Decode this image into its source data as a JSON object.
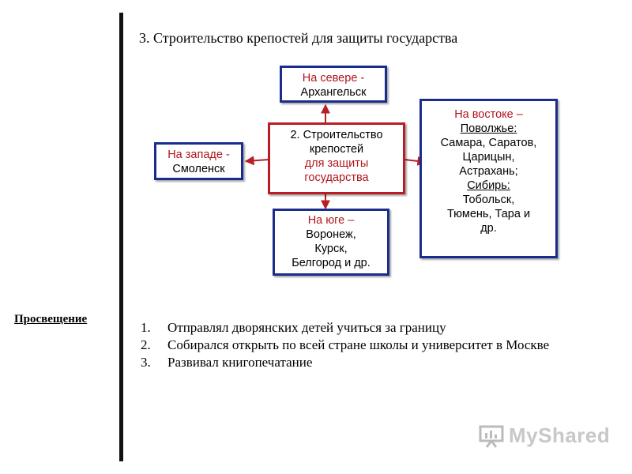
{
  "heading": "3. Строительство крепостей для защиты государства",
  "side_label": "Просвещение",
  "diagram": {
    "center": [
      "2. Строительство",
      "крепостей",
      "для защиты",
      "государства"
    ],
    "north": {
      "title": "На севере -",
      "body": [
        "Архангельск"
      ]
    },
    "west": {
      "title": "На западе -",
      "body": [
        "Смоленск"
      ]
    },
    "south": {
      "title": "На юге –",
      "body": [
        "Воронеж,",
        "Курск,",
        "Белгород и др."
      ]
    },
    "east": {
      "title": "На востоке –",
      "region1": "Поволжье:",
      "cities1": [
        "Самара, Саратов,",
        "Царицын,",
        "Астрахань;"
      ],
      "region2": "Сибирь:",
      "cities2": [
        "Тобольск,",
        "Тюмень, Тара и",
        "др."
      ]
    },
    "colors": {
      "box_border": "#1a2d8f",
      "center_border": "#b81e26",
      "arrow": "#b81e26",
      "red_text": "#b0141c"
    }
  },
  "list": [
    {
      "num": "1.",
      "text": "Отправлял дворянских детей учиться за границу"
    },
    {
      "num": "2.",
      "text": "Собирался открыть по всей стране школы и университет в Москве"
    },
    {
      "num": "3.",
      "text": "Развивал книгопечатание"
    }
  ],
  "logo": {
    "text": "MyShared",
    "icon": "presentation-board-icon"
  }
}
